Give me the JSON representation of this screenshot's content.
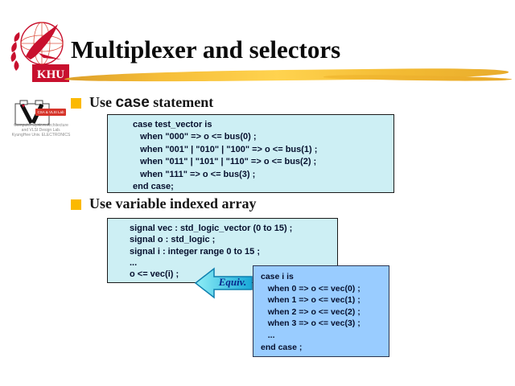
{
  "slide_title": "Multiplexer and selectors",
  "bullet1": {
    "pre": "Use ",
    "code_word": "case",
    "post": " statement"
  },
  "bullet2": {
    "text": "Use variable indexed array"
  },
  "code_blocks": {
    "case_statement": {
      "lines": [
        "case test_vector is",
        "   when \"000\" => o <= bus(0) ;",
        "   when \"001\" | \"010\" | \"100\" => o <= bus(1) ;",
        "   when \"011\" | \"101\" | \"110\" => o <= bus(2) ;",
        "   when \"111\" => o <= bus(3) ;",
        "end case;"
      ]
    },
    "indexed_array": {
      "lines": [
        "signal vec : std_logic_vector (0 to 15) ;",
        "signal o : std_logic ;",
        "signal i : integer range 0 to 15 ;",
        "...",
        "o <= vec(i) ;"
      ]
    },
    "case_i": {
      "lines": [
        "case i is",
        "   when 0 => o <= vec(0) ;",
        "   when 1 => o <= vec(1) ;",
        "   when 2 => o <= vec(2) ;",
        "   when 3 => o <= vec(3) ;",
        "   ...",
        "end case ;"
      ]
    }
  },
  "equiv_arrow": {
    "label": "Equiv."
  },
  "logo": {
    "khu_text": "KHU",
    "lab_badge": "CSA & VLSI Lab",
    "lab_lines": [
      "Computer System Architecture",
      "and VLSI Design Lab.",
      "KyungHee Univ. ELECTRONICS"
    ]
  },
  "colors": {
    "accent_gold": "#F2B33D",
    "bullet_orange": "#FBB900",
    "code_box_cyan": "#CDEFF4",
    "code_box_blue": "#99CCFF",
    "logo_red": "#C8102E",
    "arrow_cyan": "#29C0E0"
  }
}
